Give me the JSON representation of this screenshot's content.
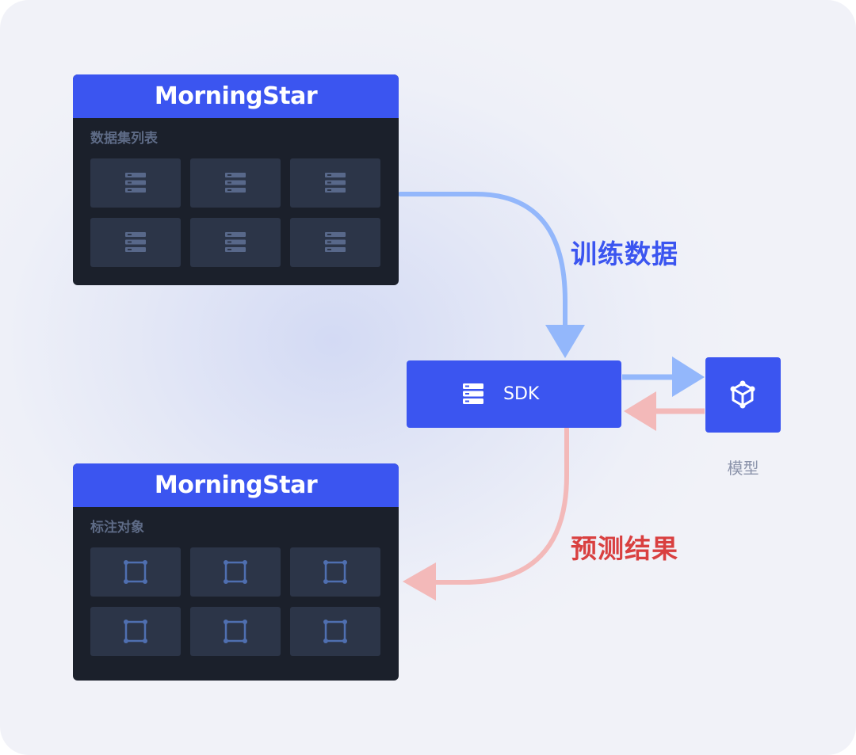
{
  "colors": {
    "accent": "#3b55f0",
    "panel_bg": "#1b202b",
    "tile_bg": "#2c3548",
    "train_arrow": "#93b7fb",
    "predict_arrow": "#f3b9b9",
    "train_text": "#3b55f0",
    "predict_text": "#d94040"
  },
  "dataset_panel": {
    "brand": "MorningStar",
    "title": "数据集列表",
    "tiles": [
      {
        "icon": "server-stack-icon"
      },
      {
        "icon": "server-stack-icon"
      },
      {
        "icon": "server-stack-icon"
      },
      {
        "icon": "server-stack-icon"
      },
      {
        "icon": "server-stack-icon"
      },
      {
        "icon": "server-stack-icon"
      }
    ]
  },
  "annotation_panel": {
    "brand": "MorningStar",
    "title": "标注对象",
    "tiles": [
      {
        "icon": "bounding-box-icon"
      },
      {
        "icon": "bounding-box-icon"
      },
      {
        "icon": "bounding-box-icon"
      },
      {
        "icon": "bounding-box-icon"
      },
      {
        "icon": "bounding-box-icon"
      },
      {
        "icon": "bounding-box-icon"
      }
    ]
  },
  "sdk": {
    "label": "SDK",
    "icon": "server-stack-icon"
  },
  "model": {
    "label": "模型",
    "icon": "cube-network-icon"
  },
  "flows": {
    "train_label": "训练数据",
    "predict_label": "预测结果"
  }
}
